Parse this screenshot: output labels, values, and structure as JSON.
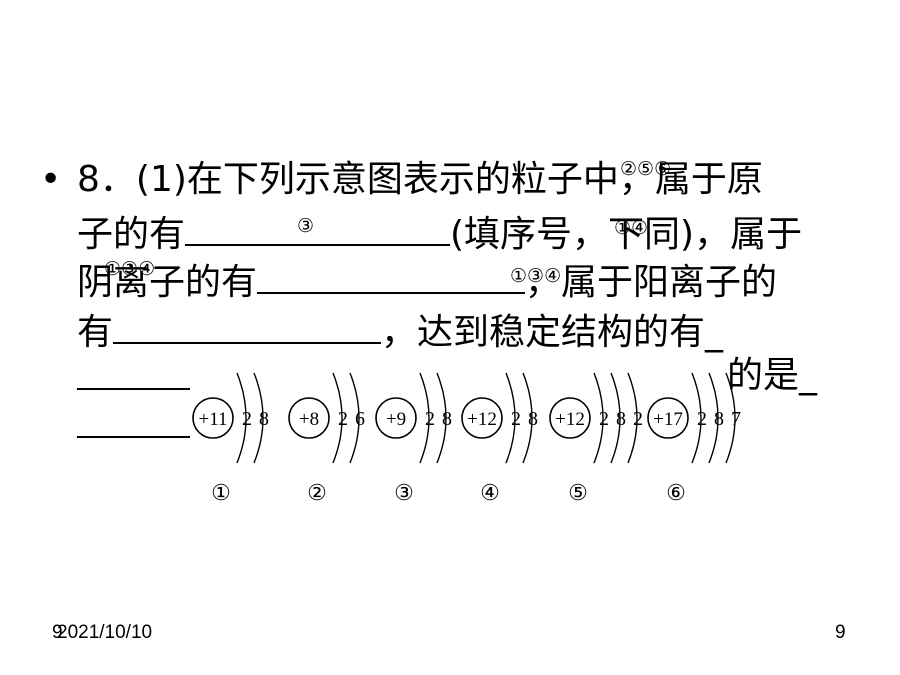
{
  "question": {
    "bullet": "•",
    "line1": "8．(1)在下列示意图表示的粒子中，属于原",
    "line2_a": "子的有",
    "line2_b": "(填序号，下同)，属于",
    "line3_a": "阴离子的有",
    "line3_b": "，属于阳离子的",
    "line4_a": "有",
    "line4_b": "，达到稳定结构的有",
    "line4_tail": "_",
    "line5_tail": "的是_"
  },
  "answers": {
    "atoms": "②⑤⑥",
    "anions": "③",
    "cations": "①④",
    "stable": "①③④",
    "extra": "①③④"
  },
  "atoms": [
    {
      "nucleus": "+11",
      "shells": [
        "2",
        "8"
      ],
      "label": "①"
    },
    {
      "nucleus": "+8",
      "shells": [
        "2",
        "6"
      ],
      "label": "②"
    },
    {
      "nucleus": "+9",
      "shells": [
        "2",
        "8"
      ],
      "label": "③"
    },
    {
      "nucleus": "+12",
      "shells": [
        "2",
        "8"
      ],
      "label": "④"
    },
    {
      "nucleus": "+12",
      "shells": [
        "2",
        "8",
        "2"
      ],
      "label": "⑤"
    },
    {
      "nucleus": "+17",
      "shells": [
        "2",
        "8",
        "7"
      ],
      "label": "⑥"
    }
  ],
  "footer": {
    "date": "2021/10/10",
    "page_left": "9",
    "page_right": "9"
  }
}
